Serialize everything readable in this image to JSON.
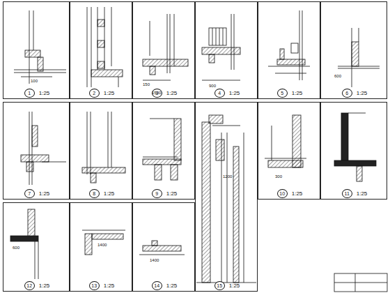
{
  "diagram": {
    "nodes": [
      {
        "text": [
          "1",
          "1:25"
        ]
      },
      {
        "text": [
          "2",
          "1:25"
        ]
      },
      {
        "text": [
          "3",
          "1:25"
        ]
      },
      {
        "text": [
          "4",
          "1:25"
        ]
      },
      {
        "text": [
          "5",
          "1:25"
        ]
      },
      {
        "text": [
          "6",
          "1:25"
        ]
      },
      {
        "text": [
          "7",
          "1:25"
        ]
      },
      {
        "text": [
          "8",
          "1:25"
        ]
      },
      {
        "text": [
          "9",
          "1:25"
        ]
      },
      {
        "text": [
          "15",
          "1:25"
        ]
      },
      {
        "text": [
          "10",
          "1:25"
        ]
      },
      {
        "text": [
          "11",
          "1:25"
        ]
      },
      {
        "text": [
          "12",
          "1:25"
        ]
      },
      {
        "text": [
          "13",
          "1:25"
        ]
      },
      {
        "text": [
          "14",
          "1:25"
        ]
      }
    ],
    "labels": [
      "100",
      "150",
      "1500",
      "900",
      "600",
      "1400",
      "1400",
      "600",
      "1200",
      "300"
    ]
  }
}
